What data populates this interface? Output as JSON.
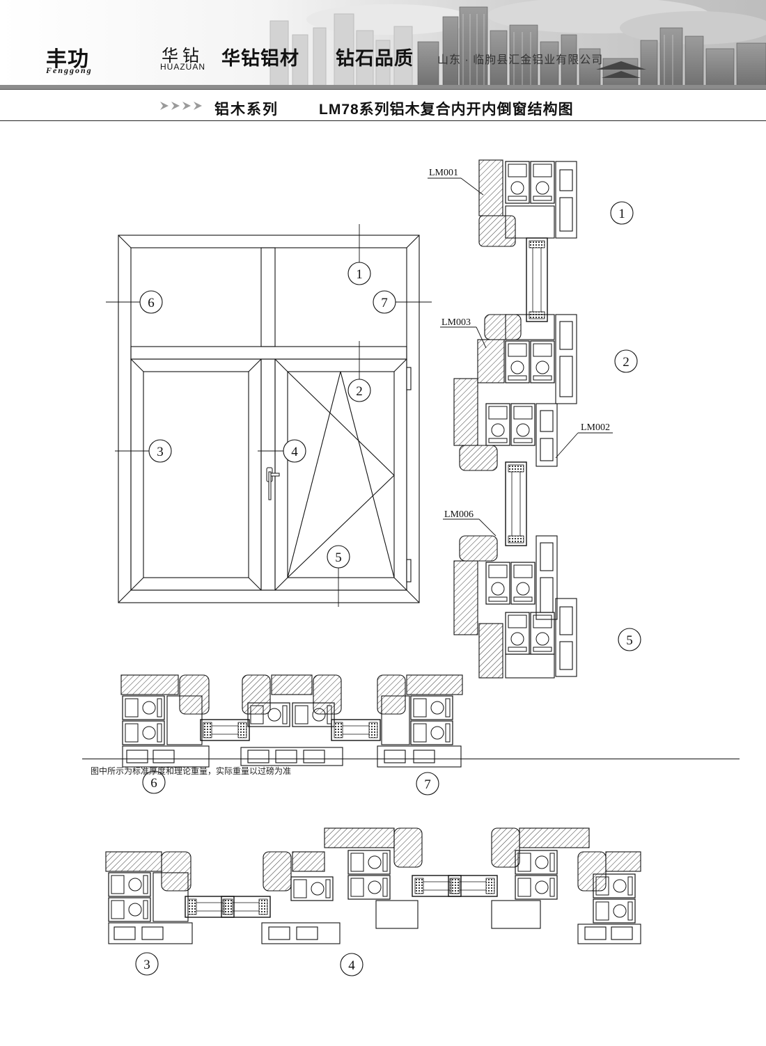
{
  "header": {
    "brand_cn": "丰功",
    "brand_pinyin": "Fenggong",
    "brand_huazuan_cn": "华钻",
    "brand_huazuan_en": "HUAZUAN",
    "slogan_1": "华钻铝材",
    "slogan_2": "钻石品质",
    "company": "山东 · 临朐县汇金铝业有限公司",
    "accent_color": "#9a9a9a"
  },
  "title_bar": {
    "arrows_icon": "triple-chevron-icon",
    "series": "铝木系列",
    "title": "LM78系列铝木复合内开内倒窗结构图"
  },
  "markers": {
    "m1": "1",
    "m2": "2",
    "m3": "3",
    "m4": "4",
    "m5": "5",
    "m6": "6",
    "m7": "7"
  },
  "profile_labels": {
    "lm001": "LM001",
    "lm002": "LM002",
    "lm003": "LM003",
    "lm006": "LM006"
  },
  "footer": {
    "note": "图中所示为标准厚度和理论重量，实际重量以过磅为准"
  }
}
